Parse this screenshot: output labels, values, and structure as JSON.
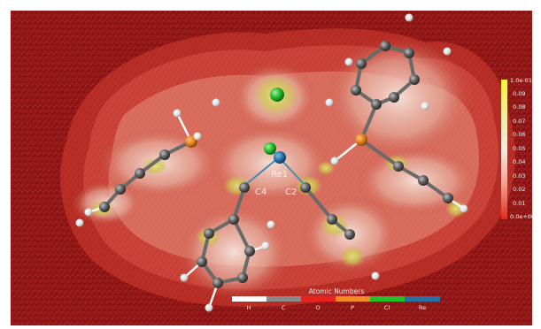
{
  "atom_labels": {
    "re1": "Re1",
    "c4": "C4",
    "c2": "C2"
  },
  "legend": {
    "title": "Atomic Numbers",
    "items": [
      {
        "label": "H",
        "color": "#ffffff"
      },
      {
        "label": "C",
        "color": "#8a8a8a"
      },
      {
        "label": "O",
        "color": "#e8231d"
      },
      {
        "label": "P",
        "color": "#f28c1e"
      },
      {
        "label": "Cl",
        "color": "#22c12a"
      },
      {
        "label": "Re",
        "color": "#2a6fa6"
      }
    ]
  },
  "colorbar": {
    "ticks": [
      "1.0e-01",
      "0.09",
      "0.08",
      "0.07",
      "0.06",
      "0.05",
      "0.04",
      "0.03",
      "0.02",
      "0.01",
      "0.0e+00"
    ],
    "colors": {
      "top": "#fff23a",
      "upper": "#f7eba0",
      "mid": "#fbe8e0",
      "lower": "#f3a08f",
      "bottom": "#e02a1a"
    }
  },
  "colors": {
    "background": "#8e1414",
    "field_dark": "#a01818",
    "field_mid": "#c03a2e",
    "field_light": "#e8b4a8",
    "halo": "#d7d04c",
    "bond": "#3e8faf"
  }
}
